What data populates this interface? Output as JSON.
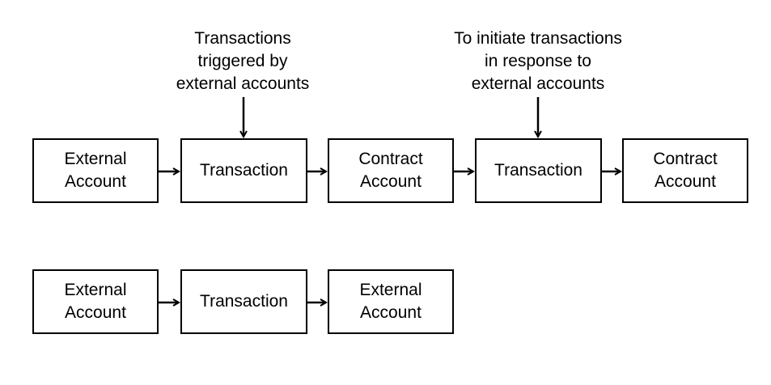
{
  "top_row": {
    "external_account": "External\nAccount",
    "transaction_1": "Transaction",
    "contract_account_1": "Contract\nAccount",
    "transaction_2": "Transaction",
    "contract_account_2": "Contract\nAccount"
  },
  "bottom_row": {
    "external_account_from": "External\nAccount",
    "transaction": "Transaction",
    "external_account_to": "External\nAccount"
  },
  "annotations": {
    "triggered": "Transactions\ntriggered by\nexternal accounts",
    "initiate": "To initiate transactions\nin response to\nexternal accounts"
  }
}
